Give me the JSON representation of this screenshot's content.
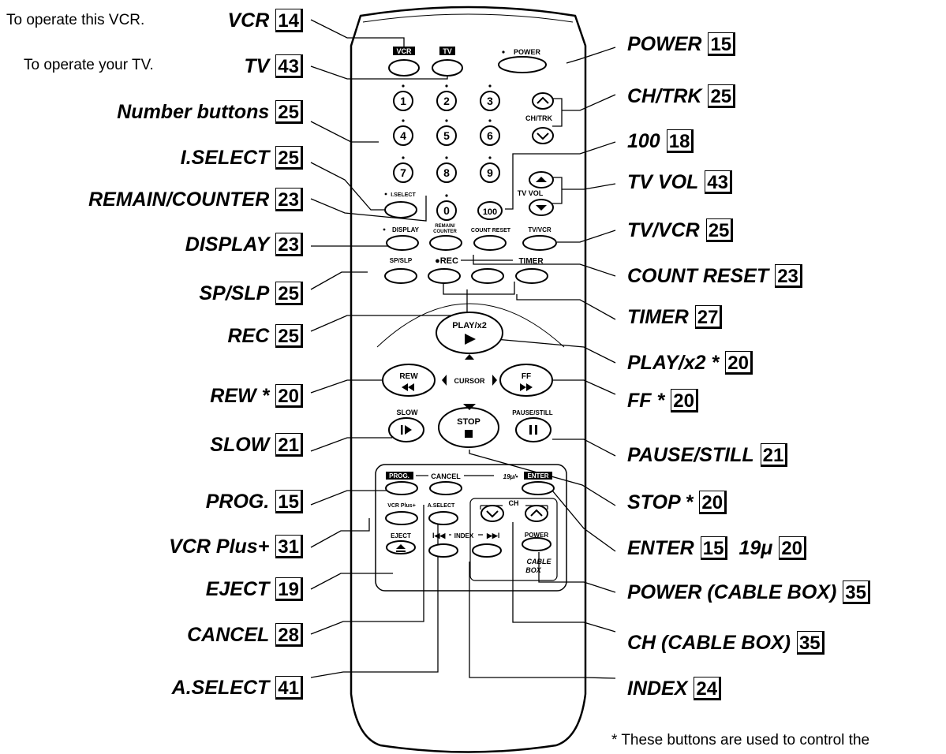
{
  "notes": {
    "vcr_note": "To operate this VCR.",
    "tv_note": "To operate your TV.",
    "footnote": "* These buttons are used to control the"
  },
  "callouts": {
    "vcr": {
      "label": "VCR",
      "page": "14"
    },
    "tv": {
      "label": "TV",
      "page": "43"
    },
    "number_buttons": {
      "label": "Number buttons",
      "page": "25"
    },
    "iselect": {
      "label": "I.SELECT",
      "page": "25"
    },
    "remain_counter": {
      "label": "REMAIN/COUNTER",
      "page": "23"
    },
    "display": {
      "label": "DISPLAY",
      "page": "23"
    },
    "sp_slp": {
      "label": "SP/SLP",
      "page": "25"
    },
    "rec": {
      "label": "REC",
      "page": "25"
    },
    "rew": {
      "label": "REW *",
      "page": "20"
    },
    "slow": {
      "label": "SLOW",
      "page": "21"
    },
    "prog": {
      "label": "PROG.",
      "page": "15"
    },
    "vcr_plus": {
      "label": "VCR Plus+",
      "page": "31"
    },
    "eject": {
      "label": "EJECT",
      "page": "19"
    },
    "cancel": {
      "label": "CANCEL",
      "page": "28"
    },
    "aselect": {
      "label": "A.SELECT",
      "page": "41"
    },
    "power": {
      "label": "POWER",
      "page": "15"
    },
    "ch_trk": {
      "label": "CH/TRK",
      "page": "25"
    },
    "hundred": {
      "label": "100",
      "page": "18"
    },
    "tv_vol": {
      "label": "TV VOL",
      "page": "43"
    },
    "tv_vcr": {
      "label": "TV/VCR",
      "page": "25"
    },
    "count_reset": {
      "label": "COUNT RESET",
      "page": "23"
    },
    "timer": {
      "label": "TIMER",
      "page": "27"
    },
    "play": {
      "label": "PLAY/x2 *",
      "page": "20"
    },
    "ff": {
      "label": "FF *",
      "page": "20"
    },
    "pause_still": {
      "label": "PAUSE/STILL",
      "page": "21"
    },
    "stop": {
      "label": "STOP *",
      "page": "20"
    },
    "enter": {
      "label": "ENTER",
      "page": "15",
      "extra_label": "19μ",
      "extra_page": "20"
    },
    "power_cable": {
      "label": "POWER (CABLE BOX)",
      "page": "35"
    },
    "ch_cable": {
      "label": "CH (CABLE BOX)",
      "page": "35"
    },
    "index": {
      "label": "INDEX",
      "page": "24"
    }
  },
  "remote": {
    "vcr": "VCR",
    "tv": "TV",
    "power": "POWER",
    "digits": [
      "1",
      "2",
      "3",
      "4",
      "5",
      "6",
      "7",
      "8",
      "9",
      "0"
    ],
    "hundred": "100",
    "ch_trk": "CH/TRK",
    "tv_vol": "TV VOL",
    "iselect": "I.SELECT",
    "remain1": "REMAIN/",
    "remain2": "COUNTER",
    "display": "DISPLAY",
    "count_reset": "COUNT RESET",
    "tv_vcr": "TV/VCR",
    "sp_slp": "SP/SLP",
    "rec": "●REC",
    "timer": "TIMER",
    "play": "PLAY/x2",
    "rew": "REW",
    "ff": "FF",
    "cursor": "CURSOR",
    "slow": "SLOW",
    "stop": "STOP",
    "pause_still": "PAUSE/STILL",
    "prog": "PROG.",
    "cancel": "CANCEL",
    "mu": "19μ/•",
    "enter": "ENTER",
    "vcr_plus": "VCR Plus+",
    "aselect": "A.SELECT",
    "ch": "CH",
    "eject": "EJECT",
    "index": "INDEX",
    "cable_power": "POWER",
    "cable1": "CABLE",
    "cable2": "BOX"
  }
}
